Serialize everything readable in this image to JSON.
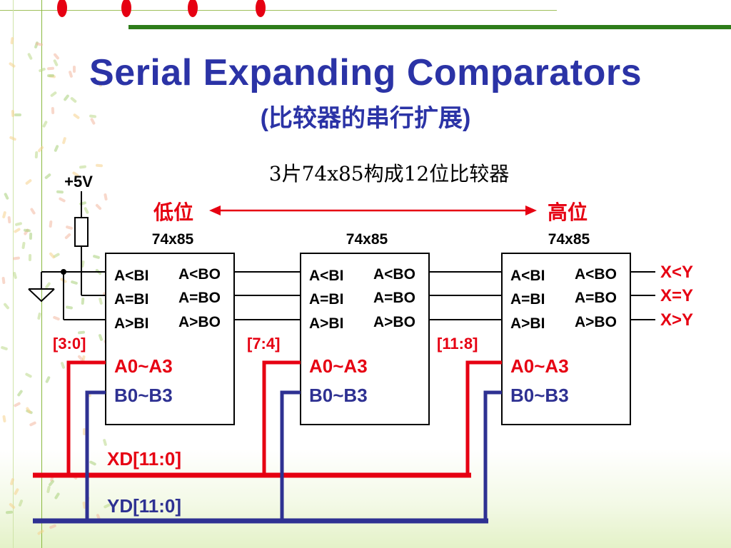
{
  "title": "Serial Expanding Comparators",
  "subtitle": "(比较器的串行扩展)",
  "caption": "3片74x85构成12位比较器",
  "power": "+5V",
  "low_label": "低位",
  "high_label": "高位",
  "chips": [
    {
      "name": "74x85",
      "bits": "[3:0]",
      "in1": "A<BI",
      "in2": "A=BI",
      "in3": "A>BI",
      "out1": "A<BO",
      "out2": "A=BO",
      "out3": "A>BO",
      "a": "A0~A3",
      "b": "B0~B3"
    },
    {
      "name": "74x85",
      "bits": "[7:4]",
      "in1": "A<BI",
      "in2": "A=BI",
      "in3": "A>BI",
      "out1": "A<BO",
      "out2": "A=BO",
      "out3": "A>BO",
      "a": "A0~A3",
      "b": "B0~B3"
    },
    {
      "name": "74x85",
      "bits": "[11:8]",
      "in1": "A<BI",
      "in2": "A=BI",
      "in3": "A>BI",
      "out1": "A<BO",
      "out2": "A=BO",
      "out3": "A>BO",
      "a": "A0~A3",
      "b": "B0~B3"
    }
  ],
  "outputs": [
    "X<Y",
    "X=Y",
    "X>Y"
  ],
  "xd_bus": "XD[11:0]",
  "yd_bus": "YD[11:0]",
  "colors": {
    "title": "#2b33a6",
    "red": "#e60012",
    "blue": "#2e3192",
    "green": "#2e7d1a"
  }
}
